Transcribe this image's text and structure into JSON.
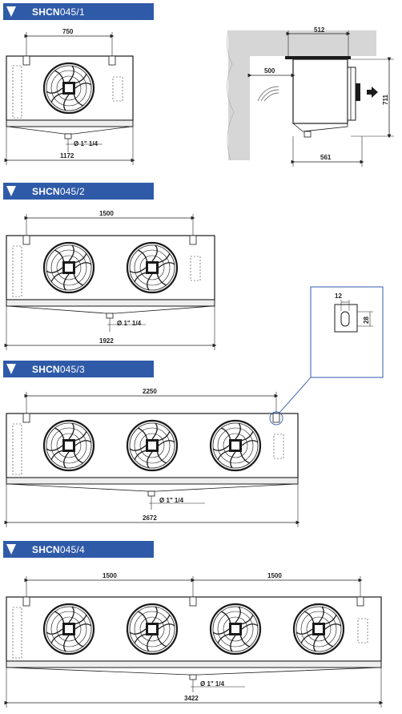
{
  "sections": [
    {
      "title_prefix": "SHCN",
      "title_suffix": "045/1",
      "fan_count": 1,
      "dim_top": "750",
      "dim_bottom": "1172",
      "pipe_label": "Ø 1\" 1/4"
    },
    {
      "title_prefix": "SHCN",
      "title_suffix": "045/2",
      "fan_count": 2,
      "dim_top": "1500",
      "dim_bottom": "1922",
      "pipe_label": "Ø 1\" 1/4"
    },
    {
      "title_prefix": "SHCN",
      "title_suffix": "045/3",
      "fan_count": 3,
      "dim_top": "2250",
      "dim_bottom": "2672",
      "pipe_label": "Ø 1\" 1/4"
    },
    {
      "title_prefix": "SHCN",
      "title_suffix": "045/4",
      "fan_count": 4,
      "dim_top_left": "1500",
      "dim_top_right": "1500",
      "dim_bottom": "3422",
      "pipe_label": "Ø 1\" 1/4"
    }
  ],
  "side_view": {
    "dim_top": "512",
    "dim_left": "500",
    "dim_right": "711",
    "dim_bottom": "561"
  },
  "detail": {
    "dim_width": "12",
    "dim_height": "28"
  },
  "colors": {
    "banner": "#2f5aa8",
    "outline": "#1a1a1a",
    "wall": "#d0d0d0"
  }
}
